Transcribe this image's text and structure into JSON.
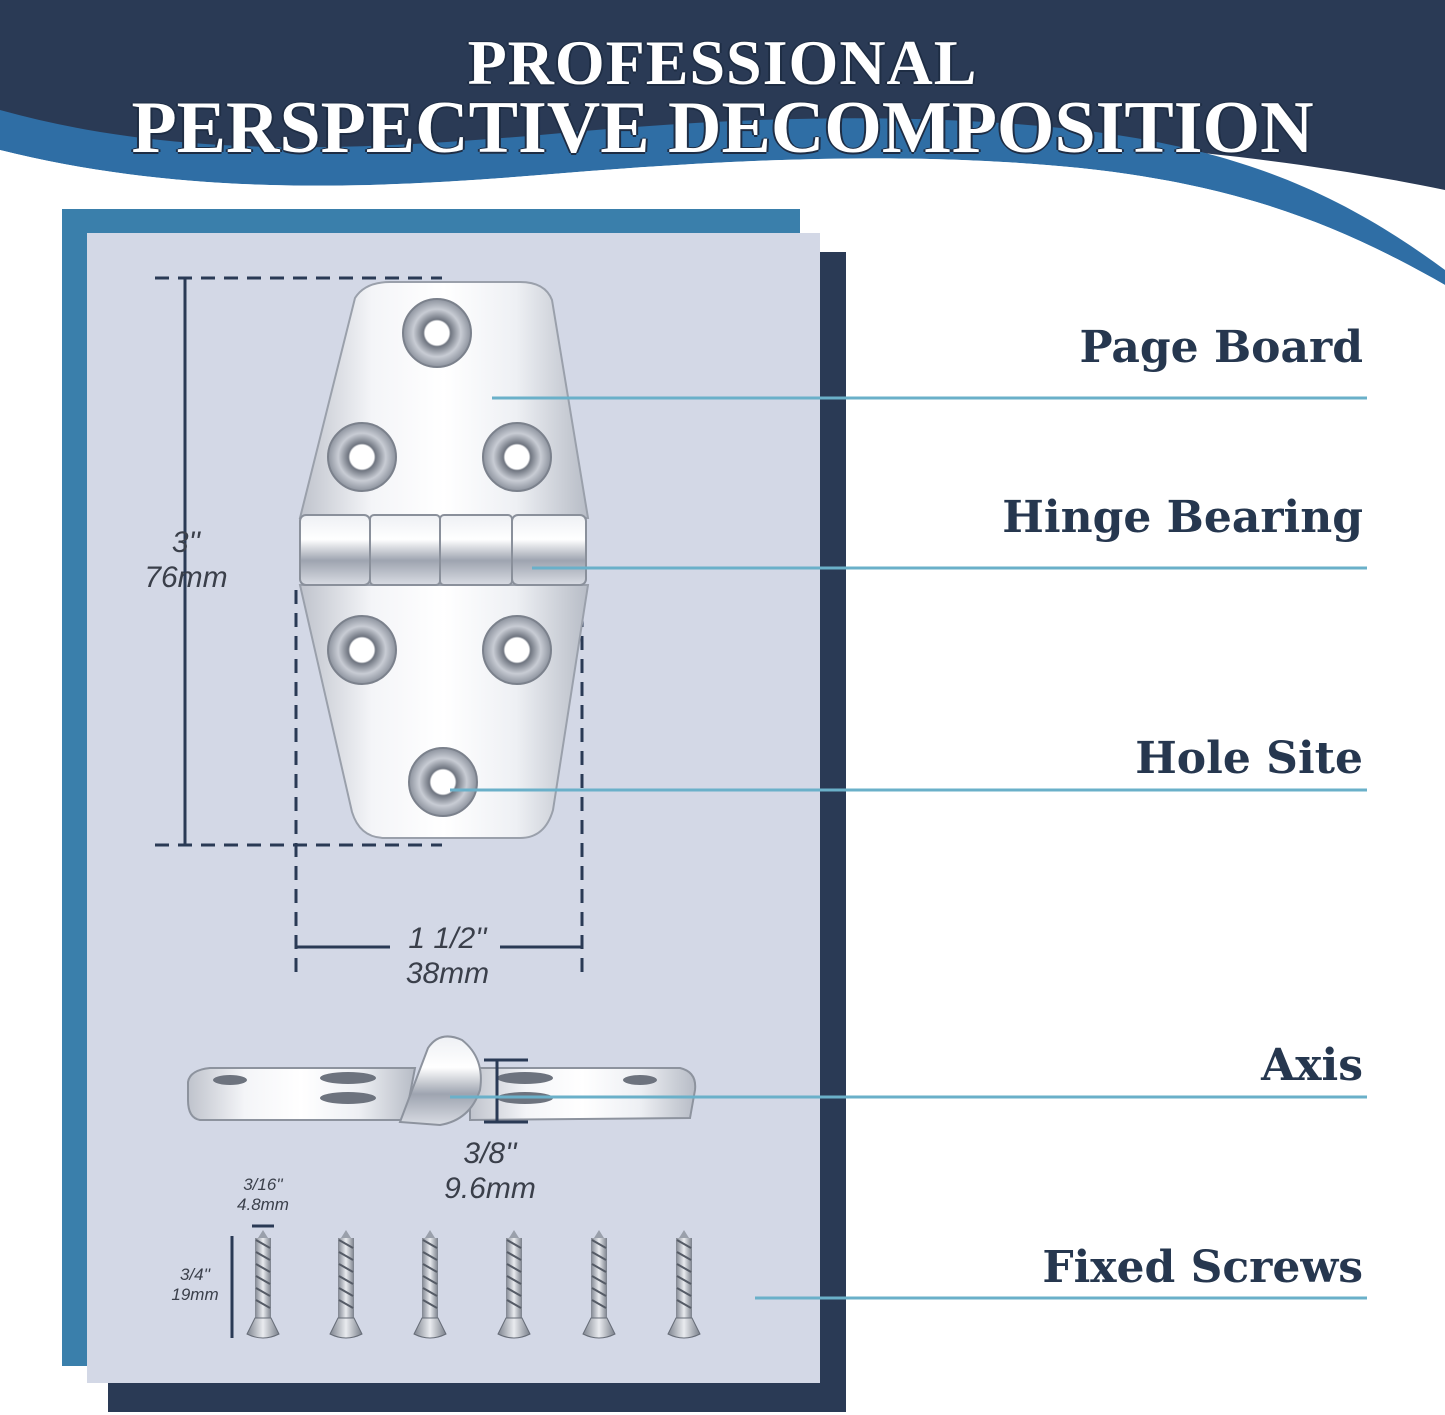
{
  "title": {
    "line1": "PROFESSIONAL",
    "line2": "PERSPECTIVE DECOMPOSITION"
  },
  "labels": {
    "page_board": "Page Board",
    "hinge_bearing": "Hinge Bearing",
    "hole_site": "Hole Site",
    "axis": "Axis",
    "fixed_screws": "Fixed Screws"
  },
  "dimensions": {
    "height_in": "3''",
    "height_mm": "76mm",
    "width_in": "1 1/2''",
    "width_mm": "38mm",
    "thickness_in": "3/8''",
    "thickness_mm": "9.6mm",
    "screw_diameter_in": "3/16''",
    "screw_diameter_mm": "4.8mm",
    "screw_length_in": "3/4''",
    "screw_length_mm": "19mm"
  },
  "colors": {
    "navy": "#2a3a55",
    "wave_blue": "#2f6ea5",
    "panel_blue": "#3a7fab",
    "panel_light": "#d3d8e6",
    "leader_line": "#6ab0c9",
    "label_text": "#26374f"
  }
}
